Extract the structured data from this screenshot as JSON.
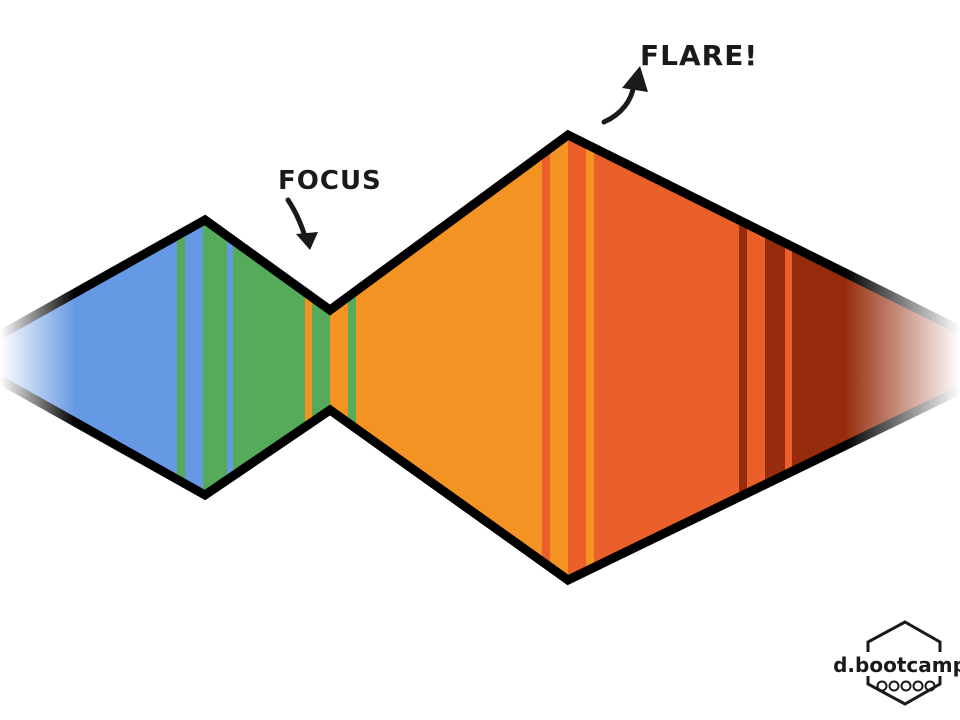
{
  "annotations": {
    "focus_label": "FOCUS",
    "flare_label": "FLARE!"
  },
  "logo": {
    "text": "d.bootcamp"
  },
  "colors": {
    "blue": "#6699e3",
    "green": "#55ab5a",
    "orange": "#f29324",
    "red_orange": "#eb5f2a",
    "dark_red": "#972c0c",
    "outline": "#000000"
  }
}
